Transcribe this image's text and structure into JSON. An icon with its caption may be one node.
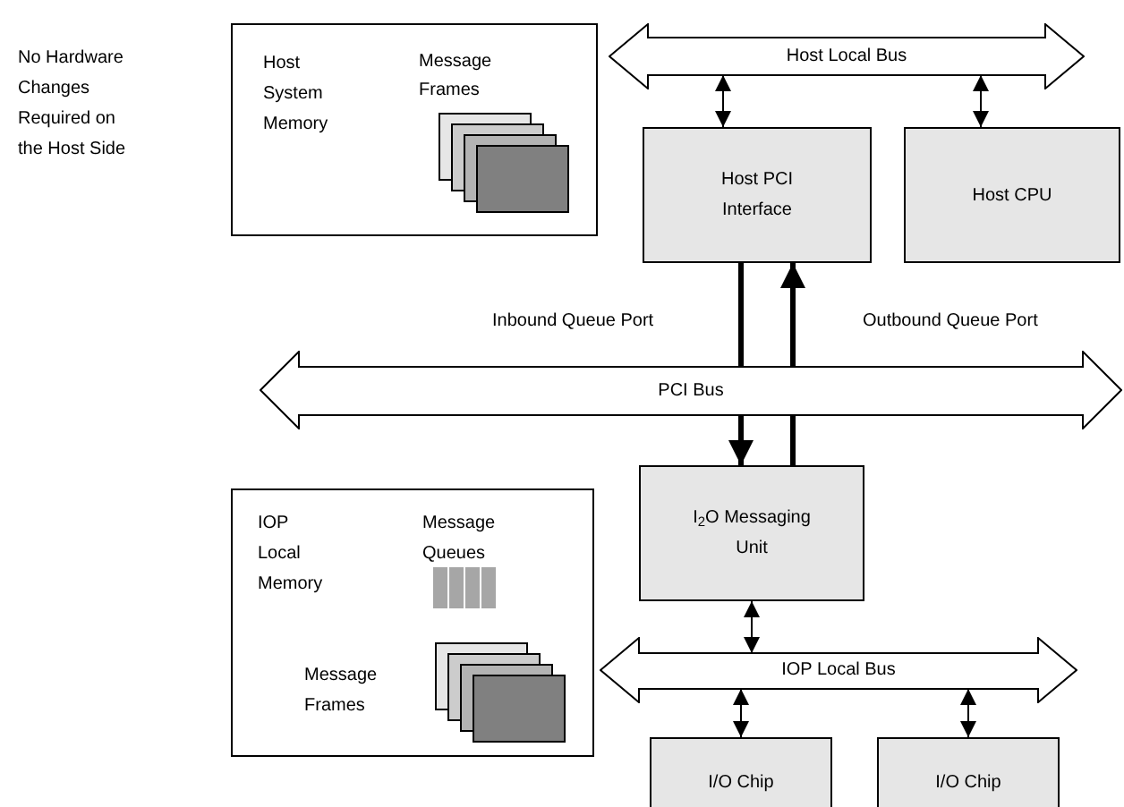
{
  "diagram": {
    "nodes": [
      {
        "text": [
          "Host System Memory",
          "Message Frames"
        ]
      },
      {
        "text": [
          "Host Local Bus"
        ]
      },
      {
        "text": [
          "Host PCI Interface"
        ]
      },
      {
        "text": [
          "Host CPU"
        ]
      },
      {
        "text": [
          "PCI Bus"
        ]
      },
      {
        "text": [
          "I$_{2}$O Messaging Unit"
        ]
      },
      {
        "text": [
          "IOP Local Memory",
          "Message Queues",
          "Message Frames"
        ]
      },
      {
        "text": [
          "IOP Local Bus"
        ]
      },
      {
        "text": [
          "I/O Chip"
        ]
      },
      {
        "text": [
          "I/O Chip"
        ]
      }
    ],
    "edges": [
      {
        "from": 1,
        "to": 2,
        "arrow": "both"
      },
      {
        "from": 1,
        "to": 3,
        "arrow": "both"
      },
      {
        "from": 2,
        "to": 4,
        "arrow": "none",
        "style": "thick"
      },
      {
        "from": 4,
        "to": 5,
        "arrow": "to",
        "style": "thick"
      },
      {
        "from": 5,
        "to": 4,
        "arrow": "none",
        "style": "thick"
      },
      {
        "from": 4,
        "to": 2,
        "arrow": "to",
        "style": "thick"
      },
      {
        "from": 5,
        "to": 7,
        "arrow": "both"
      },
      {
        "from": 7,
        "to": 8,
        "arrow": "both"
      },
      {
        "from": 7,
        "to": 9,
        "arrow": "both"
      }
    ],
    "labels": [
      "No Hardware Changes Required on the Host Side",
      "Inbound Queue Port",
      "Outbound Queue Port"
    ]
  }
}
